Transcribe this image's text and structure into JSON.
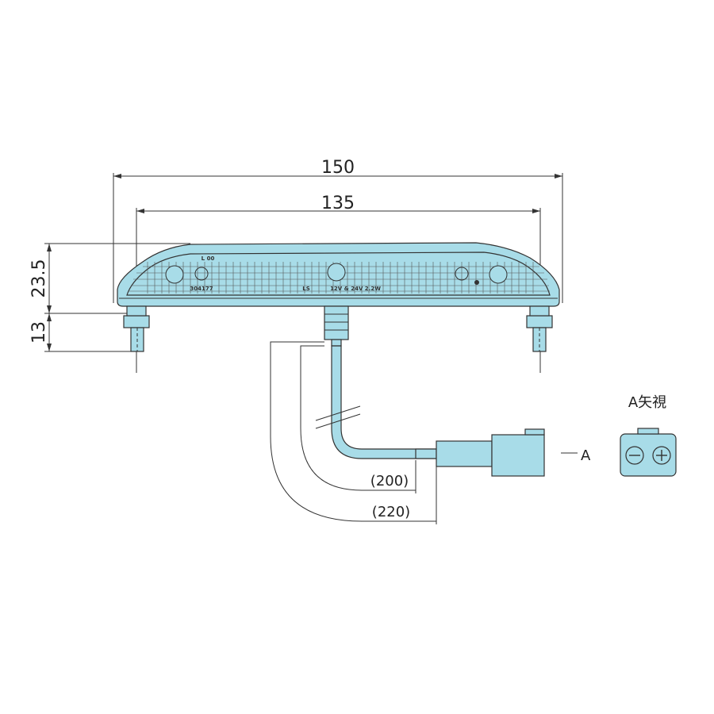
{
  "dimensions": {
    "overall_width": "150",
    "lens_width": "135",
    "body_height": "23.5",
    "stud_length": "13",
    "cable_length_short": "(200)",
    "cable_length_long": "(220)"
  },
  "labels": {
    "view_arrow": "A",
    "view_title": "A矢視",
    "lens_marking_left_top": "L 00",
    "lens_marking_left_bottom": "304177",
    "lens_marking_center_left": "LS",
    "lens_marking_center": "12V & 24V 2.2W"
  },
  "colors": {
    "part_fill": "#a8dce8",
    "line": "#333333"
  }
}
